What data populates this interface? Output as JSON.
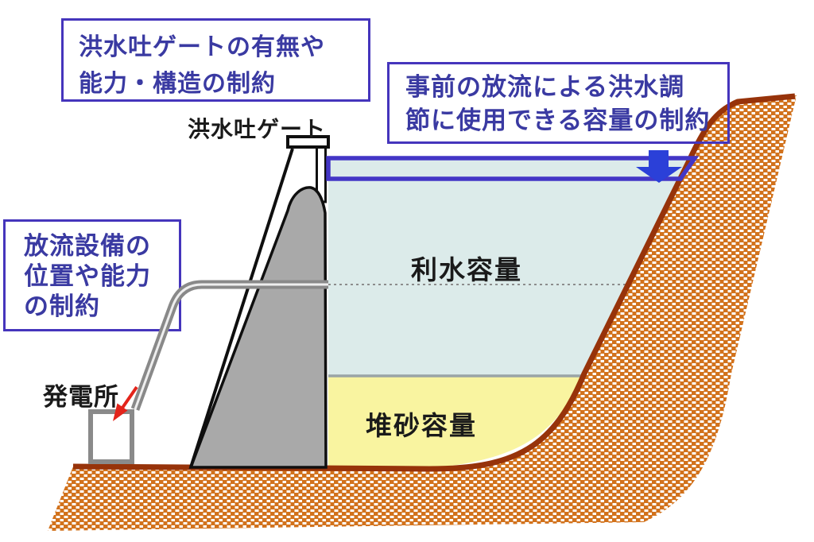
{
  "annotations": {
    "gate_constraint": {
      "line1": "洪水吐ゲートの有無や",
      "line2": "能力・構造の制約"
    },
    "preliminary_release_constraint": {
      "line1": "事前の放流による洪水調",
      "line2": "節に使用できる容量の制約"
    },
    "outlet_constraint": {
      "line1": "放流設備の",
      "line2": "位置や能力",
      "line3": "の制約"
    }
  },
  "labels": {
    "spillway_gate": "洪水吐ゲート",
    "water_use_capacity": "利水容量",
    "sediment_capacity": "堆砂容量",
    "power_station": "発電所"
  },
  "icons": {
    "blue_down_arrow": "flood-control-drawdown-arrow",
    "red_arrow": "outlet-to-powerstation-arrow"
  },
  "colors": {
    "annotation_border": "#4535bc",
    "annotation_text": "#3a3aa2",
    "label_text": "#1a1a1a",
    "water_fill": "#dcebea",
    "sediment_fill": "#f9f4a0",
    "terrain_orange": "#d2721c",
    "terrain_dot": "#ffffff",
    "terrain_edge": "#97330a",
    "dam_gray": "#a9a9a9",
    "outline_black": "#0f0f0f",
    "pipe_gray": "#898989",
    "pipe_highlight": "#eeeeee",
    "station_border": "#8a8a8a",
    "flood_band_blue": "#4336c6",
    "arrow_blue": "#2b40d8",
    "arrow_red": "#e3241b",
    "boundary_gray": "#9aa4a6",
    "dashed_line_gray": "#8c8c8c",
    "white": "#ffffff"
  }
}
